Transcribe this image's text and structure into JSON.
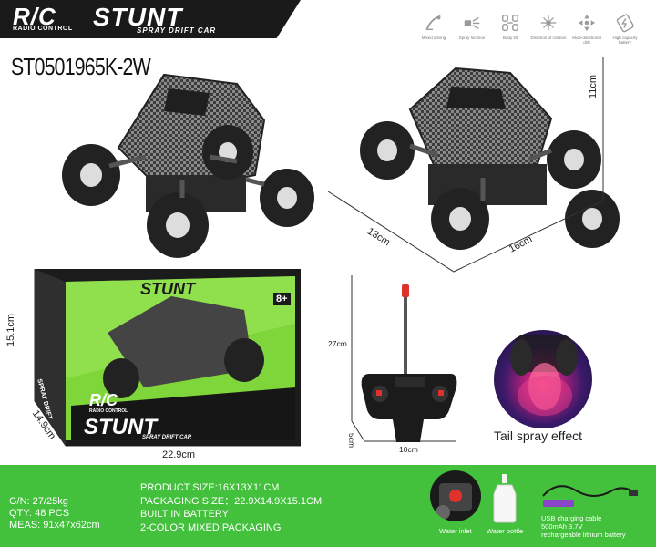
{
  "header": {
    "logo_rc": "R/C",
    "logo_rc_sub": "RADIO CONTROL",
    "logo_stunt": "STUNT",
    "logo_stunt_sub": "SPRAY DRIFT CAR"
  },
  "model_code": "ST0501965K-2W",
  "features": [
    {
      "icon": "road-icon",
      "label": "Mixed driving"
    },
    {
      "icon": "spray-icon",
      "label": "Spray function"
    },
    {
      "icon": "wheels-icon",
      "label": "Body lift"
    },
    {
      "icon": "rotation-icon",
      "label": "Direction of rotation"
    },
    {
      "icon": "multi-direction-icon",
      "label": "Multi-directional drift"
    },
    {
      "icon": "battery-icon",
      "label": "High capacity battery"
    }
  ],
  "dimensions": {
    "car_height": "11cm",
    "car_width": "13cm",
    "car_length": "16cm",
    "box_height": "15.1cm",
    "box_depth": "14.9cm",
    "box_width": "22.9cm",
    "remote_height": "27cm",
    "remote_width": "10cm",
    "remote_depth": "5cm"
  },
  "box_print": {
    "age": "8+",
    "rc": "R/C",
    "rc_sub": "RADIO CONTROL",
    "stunt": "STUNT",
    "stunt_sub": "SPRAY DRIFT CAR",
    "side_text": "SPRAY DRIFT"
  },
  "spray_caption": "Tail spray effect",
  "footer": {
    "gn": "G/N: 27/25kg",
    "qty": "QTY: 48 PCS",
    "meas": "MEAS: 91x47x62cm",
    "product_size": "PRODUCT SIZE:16X13X11CM",
    "packaging_size": "PACKAGING SIZE：22.9X14.9X15.1CM",
    "built_in": "BUILT IN BATTERY",
    "color_mix": "2-COLOR MIXED PACKAGING",
    "water_inlet": "Water inlet",
    "water_bottle": "Water bottle",
    "usb_line1": "USB charging cable",
    "usb_line2": "500mAh  3.7V",
    "usb_line3": "rechargeable lithium battery"
  },
  "colors": {
    "green": "#43c03c",
    "box_green": "#7fd63a",
    "dark": "#1a1a1a"
  }
}
